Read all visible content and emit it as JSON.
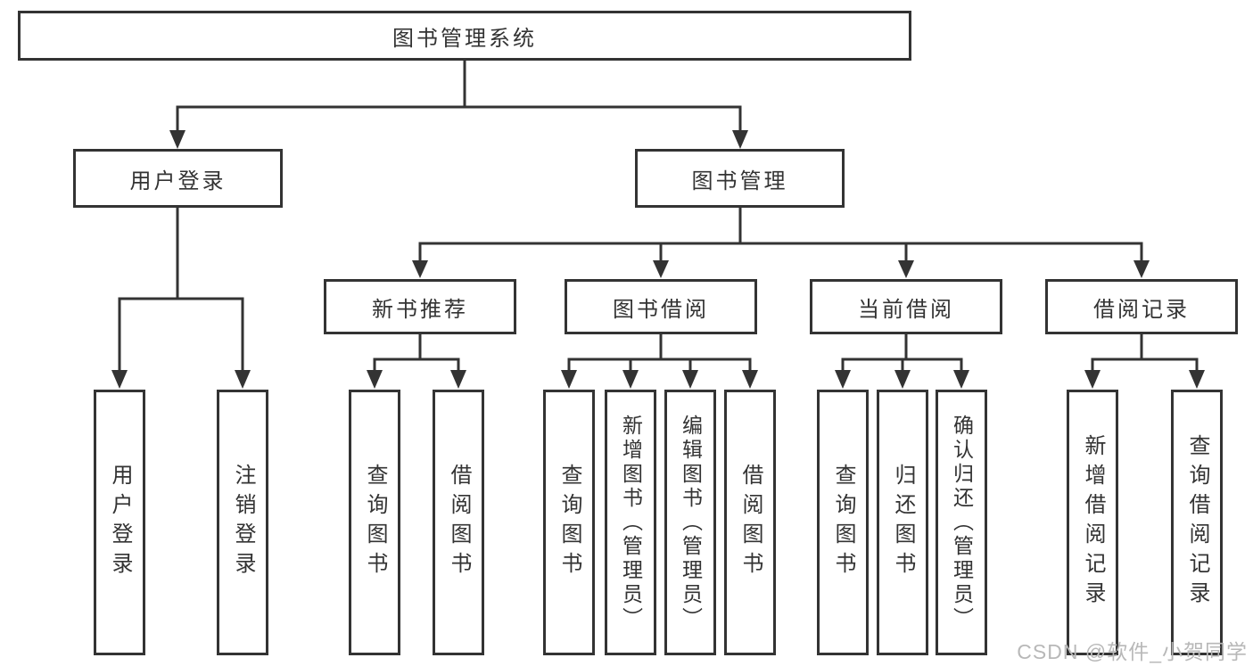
{
  "tree": {
    "label": "图书管理系统",
    "children": [
      {
        "label": "用户登录",
        "children": [
          {
            "label": "用户登录"
          },
          {
            "label": "注销登录"
          }
        ]
      },
      {
        "label": "图书管理",
        "children": [
          {
            "label": "新书推荐",
            "children": [
              {
                "label": "查询图书"
              },
              {
                "label": "借阅图书"
              }
            ]
          },
          {
            "label": "图书借阅",
            "children": [
              {
                "label": "查询图书"
              },
              {
                "label": "新增图书（管理员）"
              },
              {
                "label": "编辑图书（管理员）"
              },
              {
                "label": "借阅图书"
              }
            ]
          },
          {
            "label": "当前借阅",
            "children": [
              {
                "label": "查询图书"
              },
              {
                "label": "归还图书"
              },
              {
                "label": "确认归还（管理员）"
              }
            ]
          },
          {
            "label": "借阅记录",
            "children": [
              {
                "label": "新增借阅记录"
              },
              {
                "label": "查询借阅记录"
              }
            ]
          }
        ]
      }
    ]
  },
  "watermark": "CSDN @软件_小贺同学",
  "colors": {
    "line": "#333333",
    "text": "#333333",
    "box_bg": "#ffffff",
    "watermark": "#b8b8b8"
  }
}
